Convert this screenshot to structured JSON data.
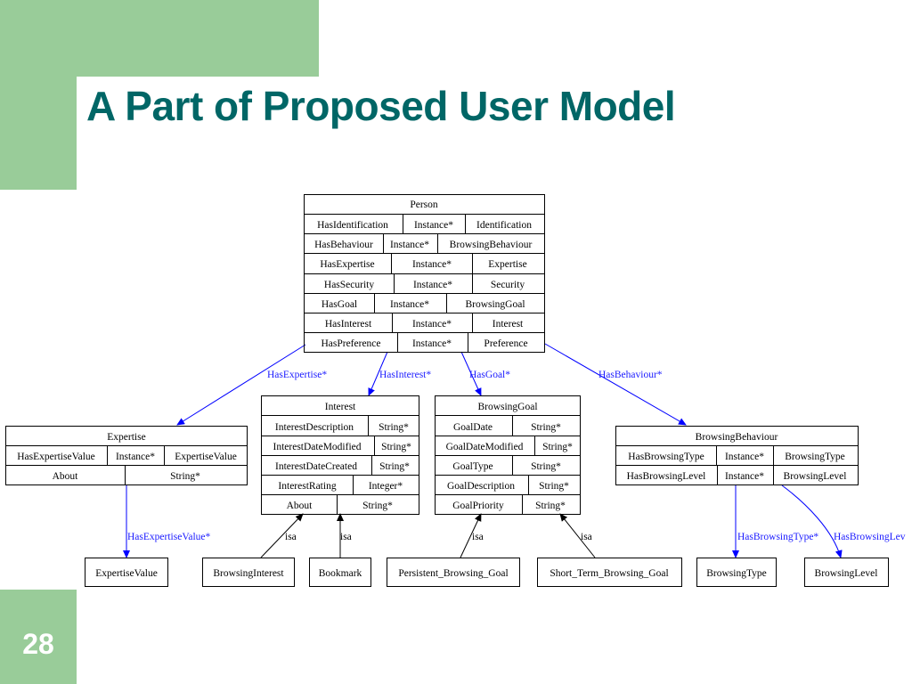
{
  "slide": {
    "title": "A Part of Proposed User Model",
    "number": "28"
  },
  "colors": {
    "green": "#99cc99",
    "title": "#006666",
    "edge": "#0000ff"
  },
  "nodes": {
    "person": {
      "title": "Person",
      "rows": [
        [
          "HasIdentification",
          "Instance*",
          "Identification"
        ],
        [
          "HasBehaviour",
          "Instance*",
          "BrowsingBehaviour"
        ],
        [
          "HasExpertise",
          "Instance*",
          "Expertise"
        ],
        [
          "HasSecurity",
          "Instance*",
          "Security"
        ],
        [
          "HasGoal",
          "Instance*",
          "BrowsingGoal"
        ],
        [
          "HasInterest",
          "Instance*",
          "Interest"
        ],
        [
          "HasPreference",
          "Instance*",
          "Preference"
        ]
      ]
    },
    "expertise": {
      "title": "Expertise",
      "rows": [
        [
          "HasExpertiseValue",
          "Instance*",
          "ExpertiseValue"
        ],
        [
          "About",
          "String*"
        ]
      ]
    },
    "interest": {
      "title": "Interest",
      "rows": [
        [
          "InterestDescription",
          "String*"
        ],
        [
          "InterestDateModified",
          "String*"
        ],
        [
          "InterestDateCreated",
          "String*"
        ],
        [
          "InterestRating",
          "Integer*"
        ],
        [
          "About",
          "String*"
        ]
      ]
    },
    "browsing_goal": {
      "title": "BrowsingGoal",
      "rows": [
        [
          "GoalDate",
          "String*"
        ],
        [
          "GoalDateModified",
          "String*"
        ],
        [
          "GoalType",
          "String*"
        ],
        [
          "GoalDescription",
          "String*"
        ],
        [
          "GoalPriority",
          "String*"
        ]
      ]
    },
    "browsing_behaviour": {
      "title": "BrowsingBehaviour",
      "rows": [
        [
          "HasBrowsingType",
          "Instance*",
          "BrowsingType"
        ],
        [
          "HasBrowsingLevel",
          "Instance*",
          "BrowsingLevel"
        ]
      ]
    },
    "leaves": {
      "expertise_value": "ExpertiseValue",
      "browsing_interest": "BrowsingInterest",
      "bookmark": "Bookmark",
      "persistent_browsing_goal": "Persistent_Browsing_Goal",
      "short_term_browsing_goal": "Short_Term_Browsing_Goal",
      "browsing_type": "BrowsingType",
      "browsing_level": "BrowsingLevel"
    }
  },
  "edges": {
    "has_expertise": "HasExpertise*",
    "has_interest": "HasInterest*",
    "has_goal": "HasGoal*",
    "has_behaviour": "HasBehaviour*",
    "has_expertise_value": "HasExpertiseValue*",
    "has_browsing_type": "HasBrowsingType*",
    "has_browsing_level": "HasBrowsingLev",
    "isa": "isa"
  }
}
